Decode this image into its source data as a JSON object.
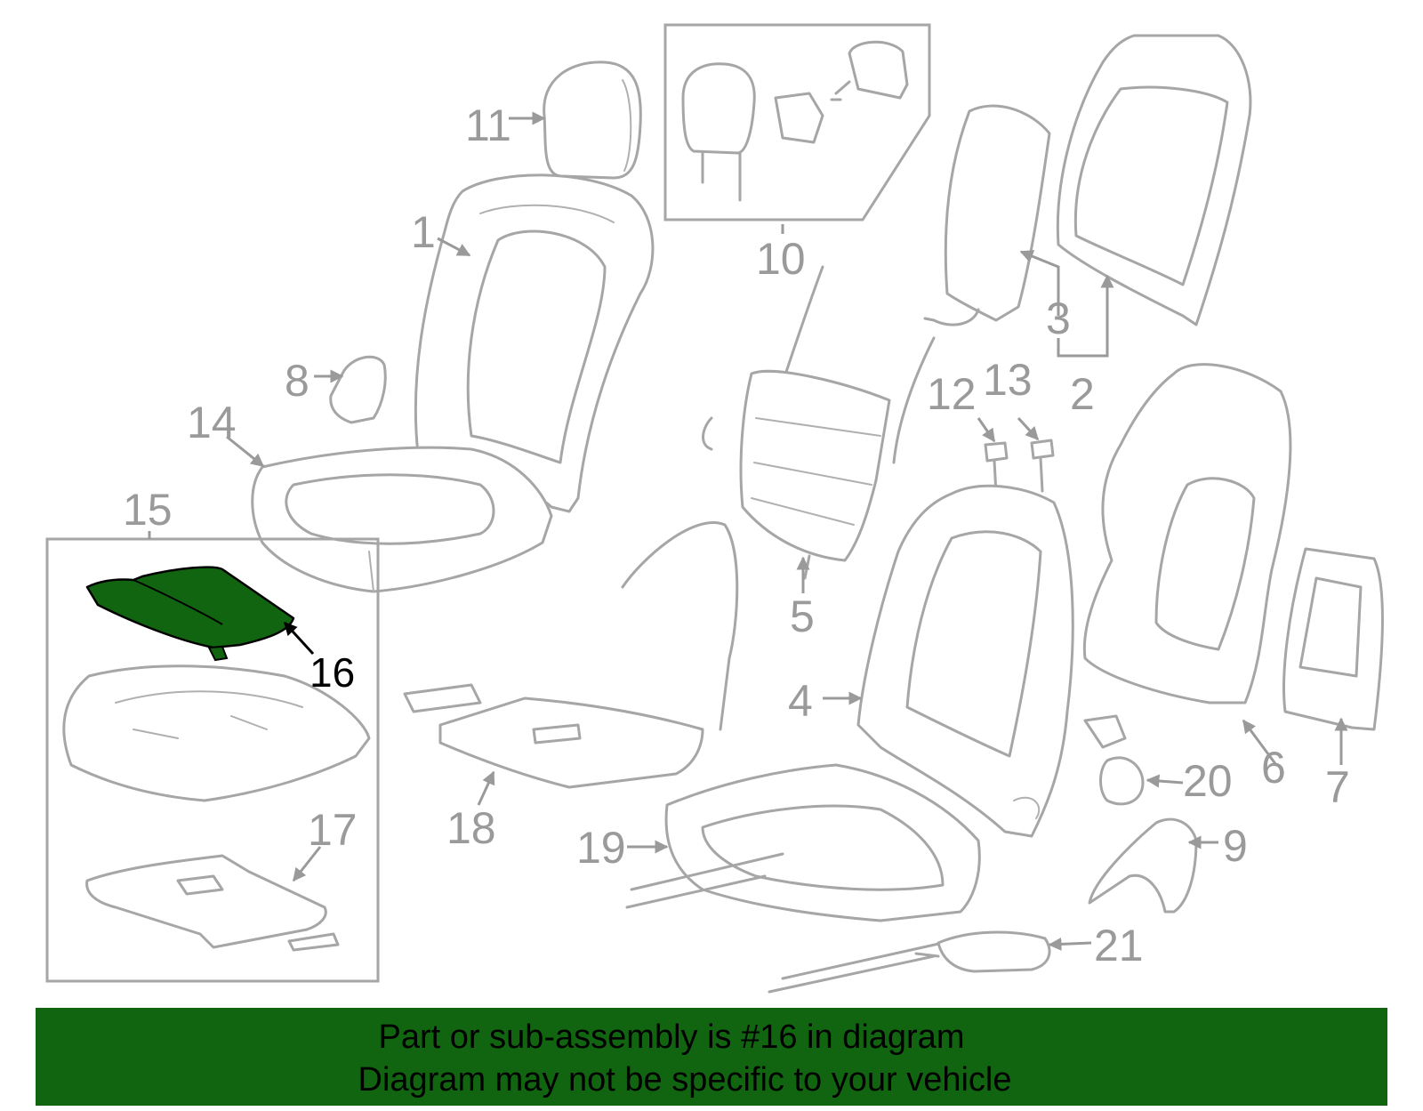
{
  "callouts": {
    "c1": "1",
    "c2": "2",
    "c3": "3",
    "c4": "4",
    "c5": "5",
    "c6": "6",
    "c7": "7",
    "c8": "8",
    "c9": "9",
    "c10": "10",
    "c11": "11",
    "c12": "12",
    "c13": "13",
    "c14": "14",
    "c15": "15",
    "c16": "16",
    "c17": "17",
    "c18": "18",
    "c19": "19",
    "c20": "20",
    "c21": "21"
  },
  "highlight": {
    "part_number": "16",
    "color": "#126510"
  },
  "banner": {
    "line1": "Part or sub-assembly is #16 in diagram",
    "line2": "Diagram may not be specific to your vehicle",
    "background": "#126510"
  }
}
